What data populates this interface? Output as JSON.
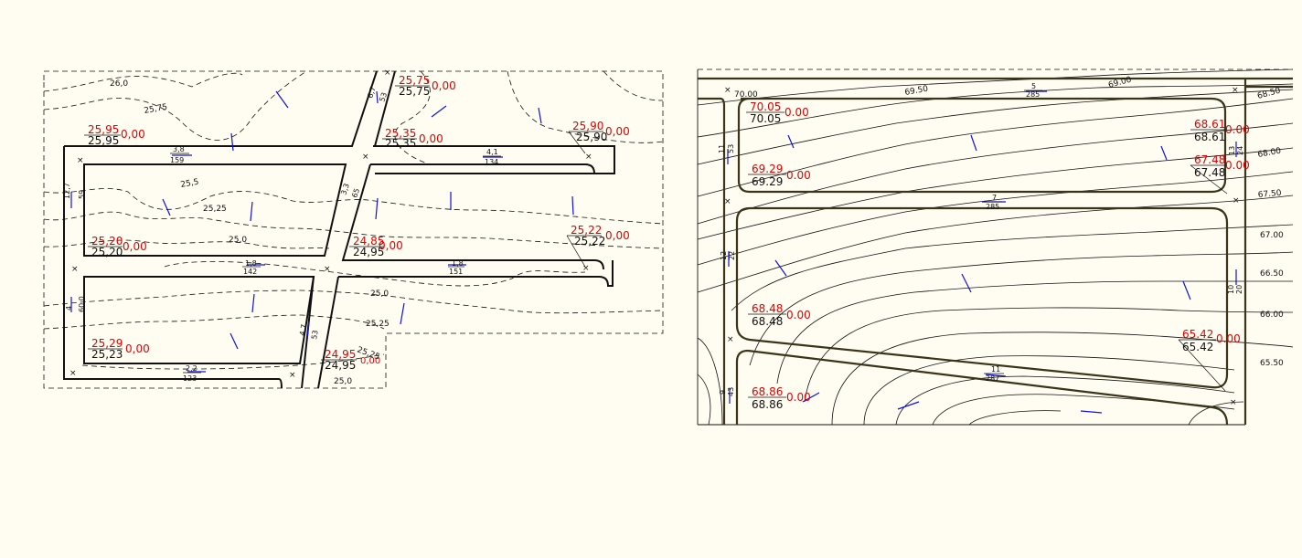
{
  "left_plan": {
    "elevation_labels": [
      {
        "red": "25,95",
        "black": "25,95",
        "delta": "0,00"
      },
      {
        "red": "25,75",
        "black": "25,75",
        "delta": "0,00"
      },
      {
        "red": "25,35",
        "black": "25,35",
        "delta": "0,00"
      },
      {
        "red": "25,90",
        "black": "25,90",
        "delta": "0,00"
      },
      {
        "red": "25,20",
        "black": "25,20",
        "delta": "0,00"
      },
      {
        "red": "24,85",
        "black": "24,95",
        "delta": "0,00"
      },
      {
        "red": "25,22",
        "black": "25,22",
        "delta": "0,00"
      },
      {
        "red": "25,29",
        "black": "25,23",
        "delta": "0,00"
      },
      {
        "red": "24,95",
        "black": "24,95",
        "delta": "0,00"
      }
    ],
    "contour_labels": [
      "26,0",
      "25,75",
      "25,5",
      "25,25",
      "25,0",
      "25,0",
      "25,25",
      "25,25",
      "25,0"
    ],
    "slope_labels": [
      {
        "top": "3,8",
        "bottom": "159"
      },
      {
        "top": "4,1",
        "bottom": "134"
      },
      {
        "top": "1,8",
        "bottom": "142"
      },
      {
        "top": "1,8",
        "bottom": "151"
      },
      {
        "top": "2,2",
        "bottom": "123"
      },
      {
        "top": "12,7",
        "bottom": "59"
      },
      {
        "top": "4",
        "bottom": "60,0"
      },
      {
        "top": "3,3",
        "bottom": "65"
      },
      {
        "top": "6,7",
        "bottom": "53"
      },
      {
        "top": "4,7",
        "bottom": "53"
      }
    ]
  },
  "right_plan": {
    "elevation_labels": [
      {
        "red": "70.05",
        "black": "70.05",
        "delta": "0.00"
      },
      {
        "red": "69.29",
        "black": "69.29",
        "delta": "0.00"
      },
      {
        "red": "68.61",
        "black": "68.61",
        "delta": "0.00"
      },
      {
        "red": "67.48",
        "black": "67.48",
        "delta": "0.00"
      },
      {
        "red": "68.48",
        "black": "68.48",
        "delta": "0.00"
      },
      {
        "red": "65.42",
        "black": "65.42",
        "delta": "0.00"
      },
      {
        "red": "68.86",
        "black": "68.86",
        "delta": "0.00"
      }
    ],
    "contour_labels": [
      "70.00",
      "69.50",
      "69.00",
      "68.50",
      "68.00",
      "67.50",
      "67.00",
      "66.50",
      "66.00",
      "65.50"
    ],
    "slope_labels": [
      {
        "top": "5",
        "bottom": "285"
      },
      {
        "top": "7",
        "bottom": "285"
      },
      {
        "top": "11",
        "bottom": "287"
      },
      {
        "top": "11",
        "bottom": "53"
      },
      {
        "top": "12",
        "bottom": "22"
      },
      {
        "top": "13",
        "bottom": "24"
      },
      {
        "top": "10",
        "bottom": "20"
      },
      {
        "top": "9",
        "bottom": "43"
      }
    ]
  }
}
